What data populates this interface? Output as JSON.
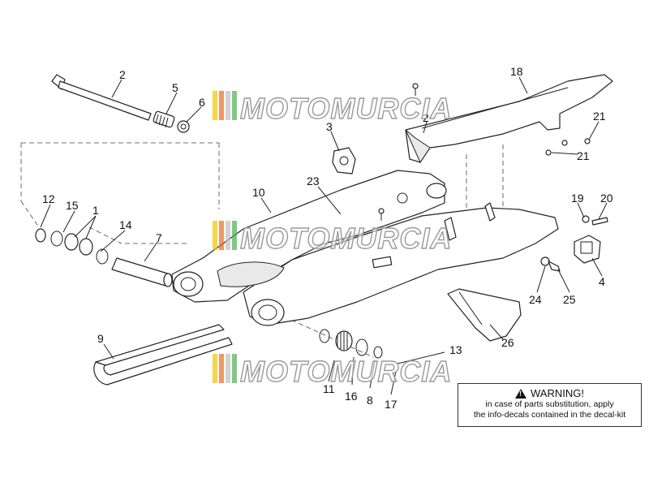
{
  "callouts": {
    "c1": "1",
    "c2": "2",
    "c2b": "2",
    "c3": "3",
    "c4": "4",
    "c5": "5",
    "c6": "6",
    "c7": "7",
    "c8": "8",
    "c9": "9",
    "c10": "10",
    "c11": "11",
    "c12": "12",
    "c13": "13",
    "c14": "14",
    "c15": "15",
    "c16": "16",
    "c17": "17",
    "c18": "18",
    "c19": "19",
    "c20": "20",
    "c21a": "21",
    "c21b": "21",
    "c23": "23",
    "c24": "24",
    "c25": "25",
    "c26": "26"
  },
  "watermark": {
    "text": "MOTOMURCIA",
    "colors": [
      "#f2c200",
      "#e86a2a",
      "#c0c0c0",
      "#4caf50"
    ]
  },
  "warning": {
    "title": "WARNING!",
    "line1": "in case of parts substitution, apply",
    "line2": "the info-decals contained in the decal-kit",
    "icon": "warning-triangle-icon"
  }
}
